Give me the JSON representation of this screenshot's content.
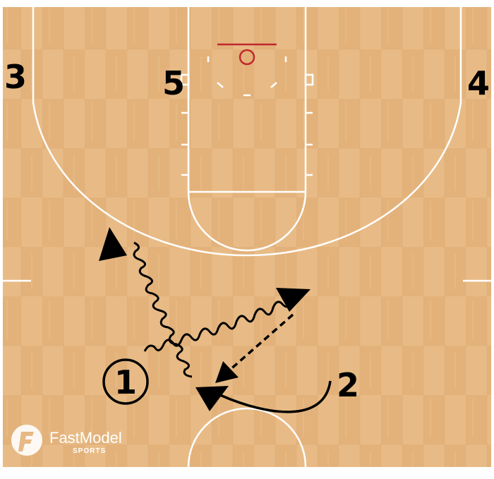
{
  "colors": {
    "court_wood": "#e7b985",
    "court_wood_dark": "#d9a56e",
    "lines": "#ffffff",
    "rim": "#c0282d",
    "ink": "#000000"
  },
  "players": {
    "p1": "1",
    "p2": "2",
    "p3": "3",
    "p4": "4",
    "p5": "5"
  },
  "logo": {
    "brand": "FastModel",
    "sub": "SPORTS",
    "icon": "fastmodel-f-logo-icon"
  }
}
